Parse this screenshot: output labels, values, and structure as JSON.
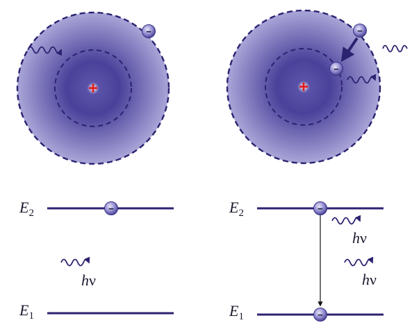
{
  "symbols": {
    "electron": "−",
    "nucleus": "+"
  },
  "left_panel": {
    "energy_upper": {
      "letter": "E",
      "subscript": "2"
    },
    "energy_lower": {
      "letter": "E",
      "subscript": "1"
    },
    "photon": {
      "h": "h",
      "nu": "ν"
    }
  },
  "right_panel": {
    "energy_upper": {
      "letter": "E",
      "subscript": "2"
    },
    "energy_lower": {
      "letter": "E",
      "subscript": "1"
    },
    "photon_incident": {
      "h": "h",
      "nu": "ν"
    },
    "photon_emitted": {
      "h": "h",
      "nu": "ν"
    }
  },
  "colors": {
    "line": "#2b2270",
    "atom_edge": "#9a95d0",
    "atom_core": "#2f2779",
    "electron": "#8a84cc",
    "nucleus_plus": "#e31b1b",
    "transition_arrow": "#111111"
  }
}
